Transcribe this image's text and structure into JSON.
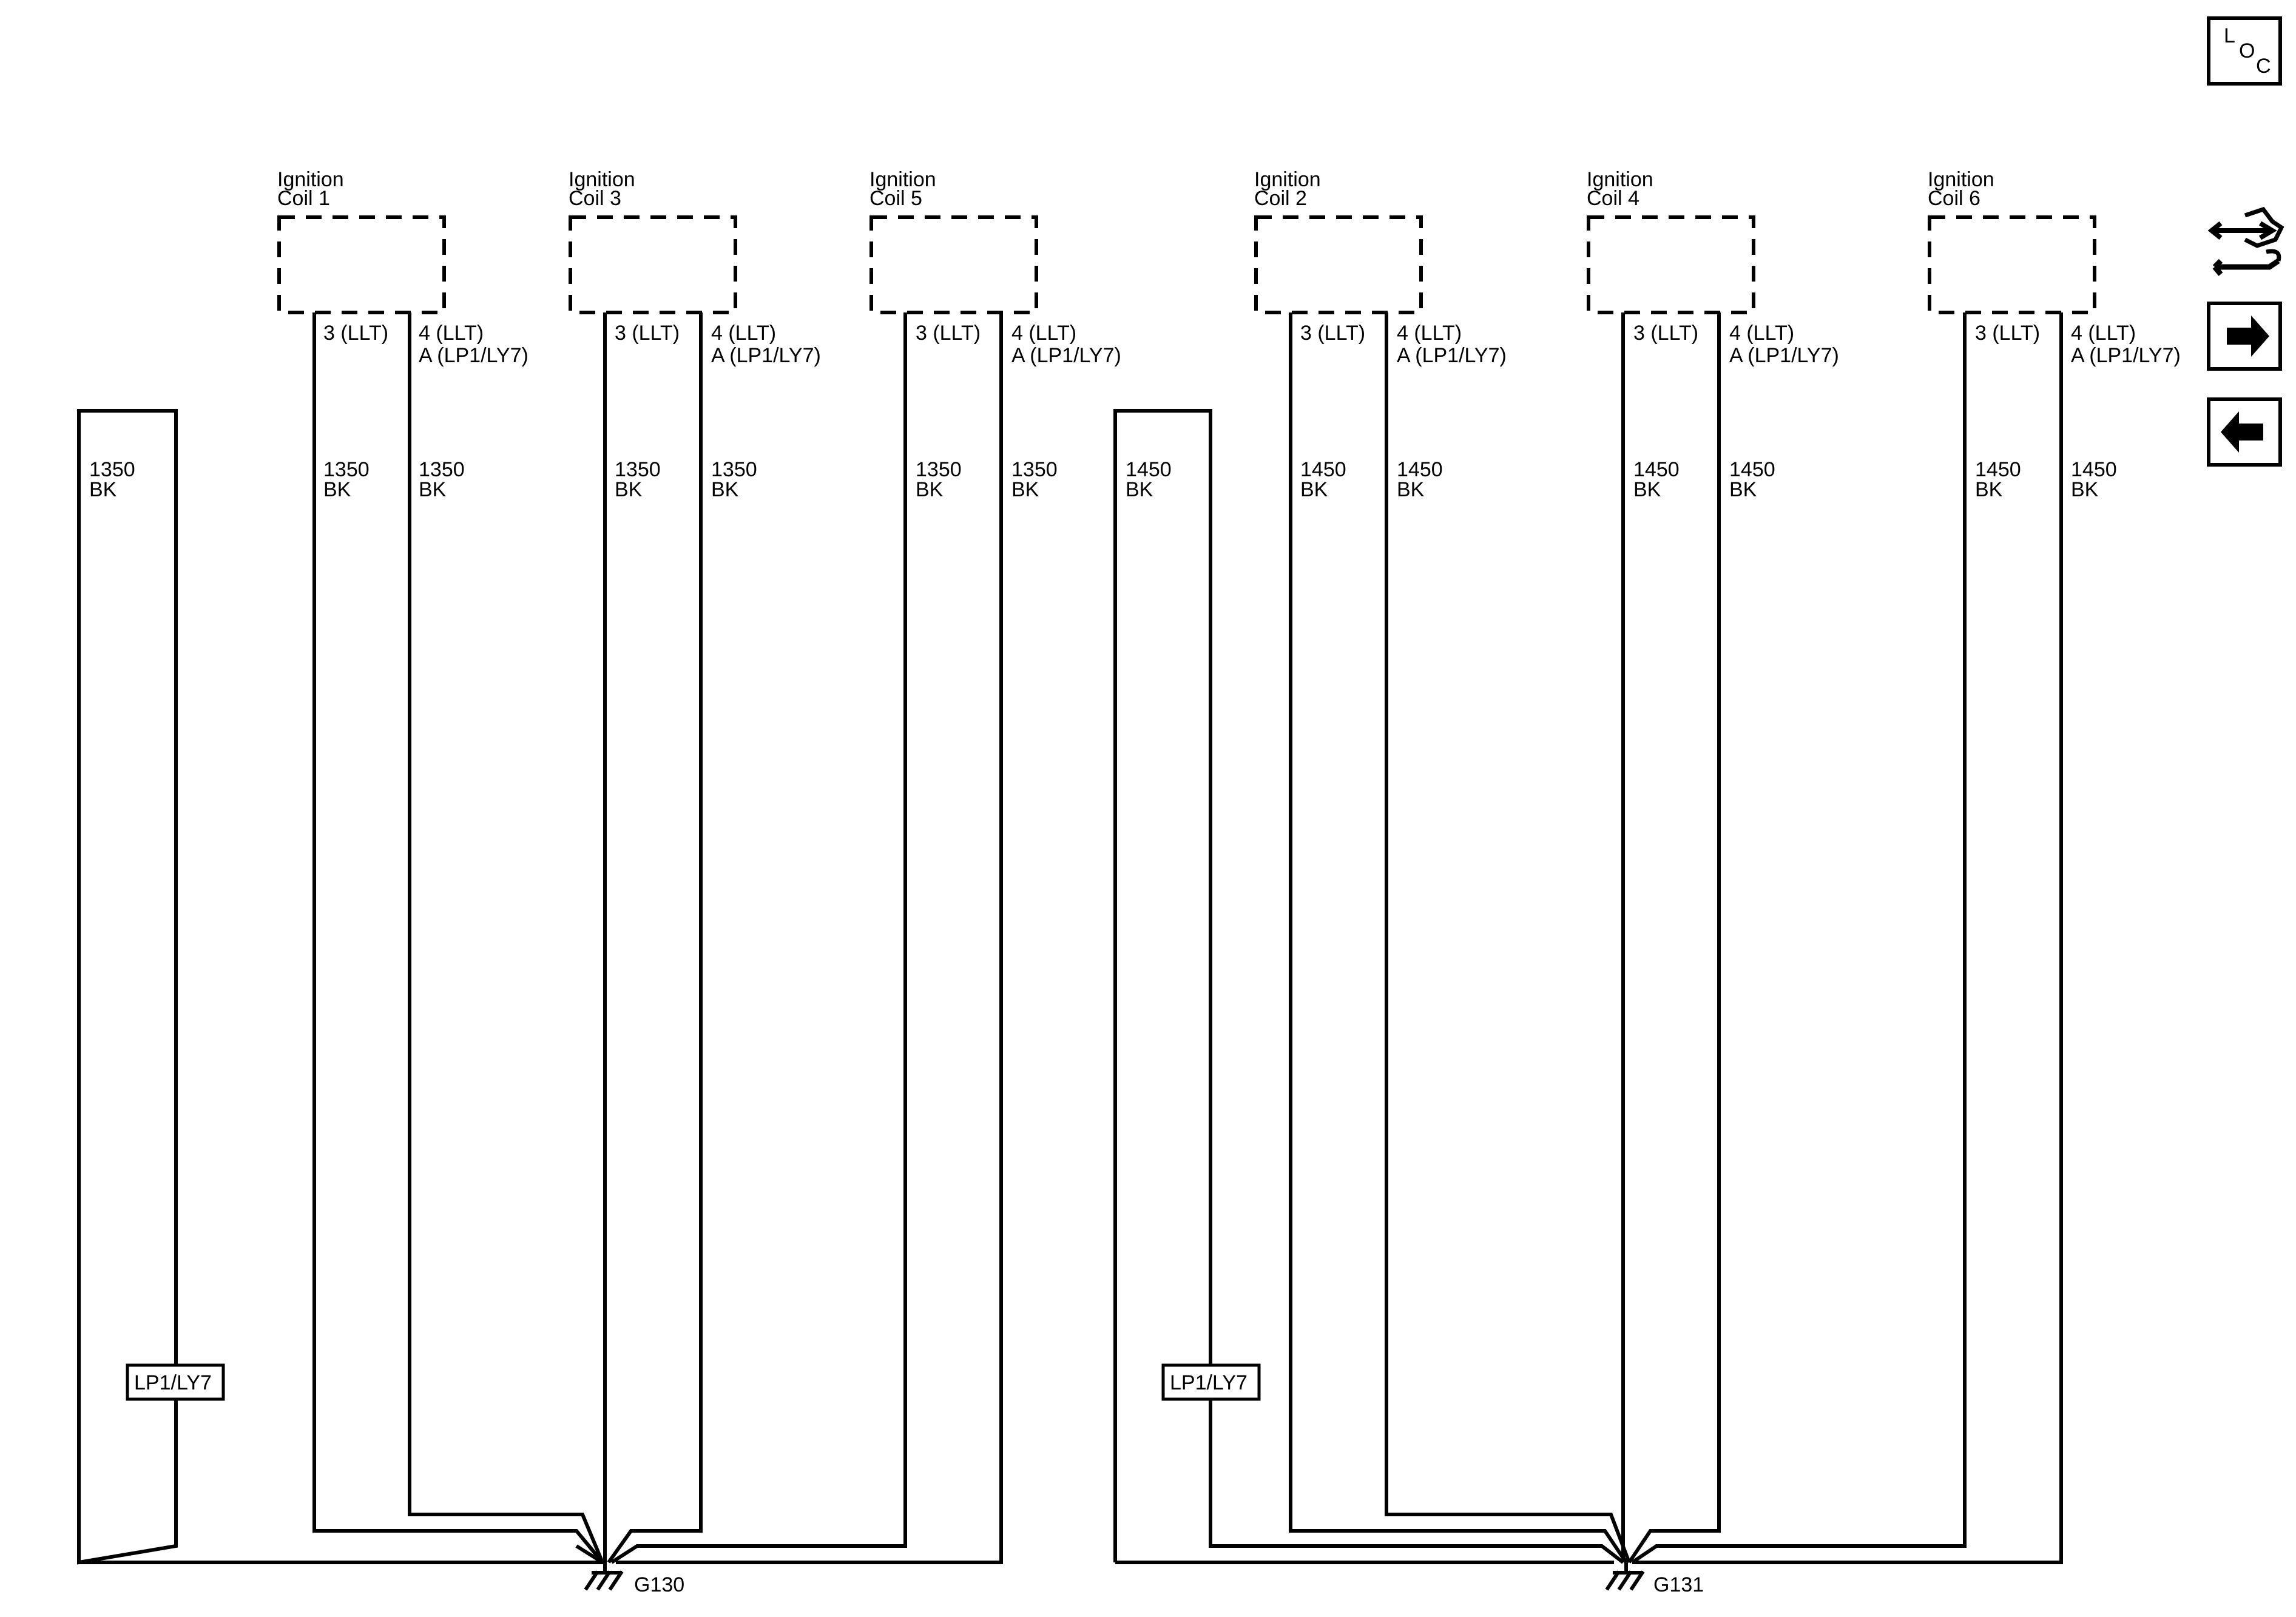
{
  "coils": [
    {
      "name_line1": "Ignition",
      "name_line2": "Coil 1",
      "pin3": "3 (LLT)",
      "pin4_line1": "4 (LLT)",
      "pin4_line2": "A (LP1/LY7)",
      "wire3_num": "1350",
      "wire3_color": "BK",
      "wire4_num": "1350",
      "wire4_color": "BK"
    },
    {
      "name_line1": "Ignition",
      "name_line2": "Coil 3",
      "pin3": "3 (LLT)",
      "pin4_line1": "4 (LLT)",
      "pin4_line2": "A (LP1/LY7)",
      "wire3_num": "1350",
      "wire3_color": "BK",
      "wire4_num": "1350",
      "wire4_color": "BK"
    },
    {
      "name_line1": "Ignition",
      "name_line2": "Coil 5",
      "pin3": "3 (LLT)",
      "pin4_line1": "4 (LLT)",
      "pin4_line2": "A (LP1/LY7)",
      "wire3_num": "1350",
      "wire3_color": "BK",
      "wire4_num": "1350",
      "wire4_color": "BK"
    },
    {
      "name_line1": "Ignition",
      "name_line2": "Coil 2",
      "pin3": "3 (LLT)",
      "pin4_line1": "4 (LLT)",
      "pin4_line2": "A (LP1/LY7)",
      "wire3_num": "1450",
      "wire3_color": "BK",
      "wire4_num": "1450",
      "wire4_color": "BK"
    },
    {
      "name_line1": "Ignition",
      "name_line2": "Coil 4",
      "pin3": "3 (LLT)",
      "pin4_line1": "4 (LLT)",
      "pin4_line2": "A (LP1/LY7)",
      "wire3_num": "1450",
      "wire3_color": "BK",
      "wire4_num": "1450",
      "wire4_color": "BK"
    },
    {
      "name_line1": "Ignition",
      "name_line2": "Coil 6",
      "pin3": "3 (LLT)",
      "pin4_line1": "4 (LLT)",
      "pin4_line2": "A (LP1/LY7)",
      "wire3_num": "1450",
      "wire3_color": "BK",
      "wire4_num": "1450",
      "wire4_color": "BK"
    }
  ],
  "grounds": [
    {
      "label": "G130",
      "loop_num": "1350",
      "loop_color": "BK",
      "option": "LP1/LY7"
    },
    {
      "label": "G131",
      "loop_num": "1450",
      "loop_color": "BK",
      "option": "LP1/LY7"
    }
  ],
  "side_icons": {
    "loc": {
      "l": "L",
      "o": "O",
      "c": "C"
    },
    "tool": "connector-repair-icon",
    "next": "arrow-right-icon",
    "prev": "arrow-left-icon"
  },
  "colors": {
    "ink": "#000000",
    "paper": "#ffffff"
  }
}
